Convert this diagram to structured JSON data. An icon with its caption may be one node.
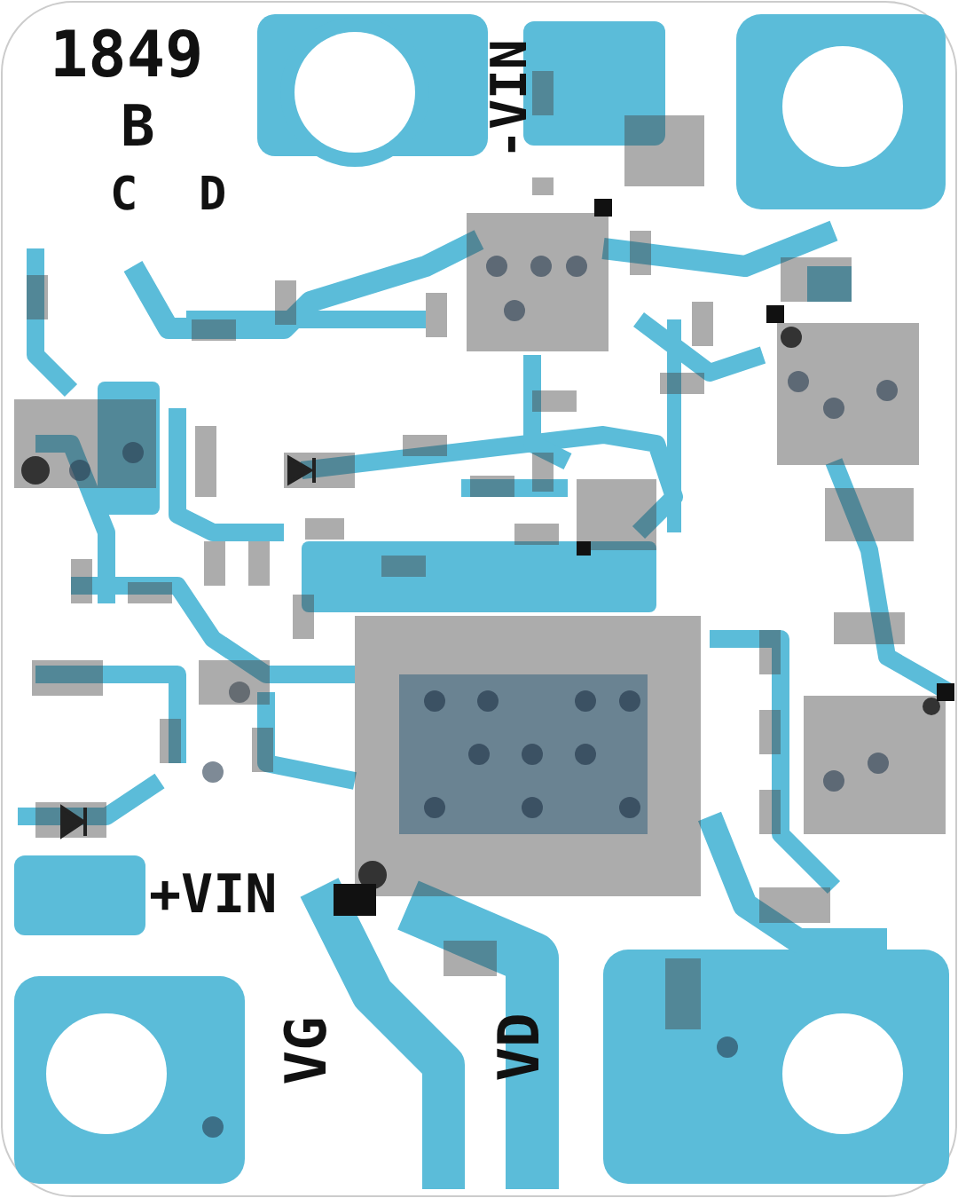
{
  "diagram": {
    "labels": [
      "1849",
      "B",
      "C",
      "D",
      "-VIN",
      "+VIN",
      "VG",
      "VD"
    ]
  }
}
